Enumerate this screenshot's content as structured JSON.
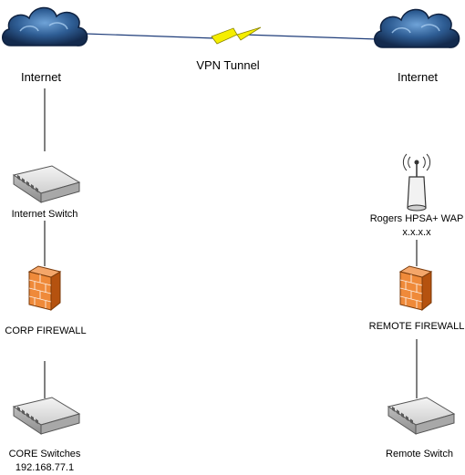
{
  "colors": {
    "background": "#ffffff",
    "line": "#000000",
    "tunnel_line": "#1f3d7a",
    "lightning": "#f5ee00",
    "cloud_dark": "#1b3a66",
    "cloud_light": "#6fa3d8",
    "firewall_brick": "#e87a2c",
    "device_body": "#d9d9d9"
  },
  "nodes": {
    "internet_left": {
      "label": "Internet",
      "icon": "cloud-icon"
    },
    "internet_right": {
      "label": "Internet",
      "icon": "cloud-icon"
    },
    "vpn": {
      "label": "VPN Tunnel",
      "icon": "lightning-bolt-icon"
    },
    "internet_switch": {
      "label": "Internet Switch",
      "icon": "switch-icon"
    },
    "corp_firewall": {
      "label": "CORP FIREWALL",
      "icon": "firewall-icon"
    },
    "core_switches": {
      "label": "CORE Switches",
      "sublabel": "192.168.77.1",
      "icon": "switch-icon"
    },
    "rogers_wap": {
      "label": "Rogers HPSA+ WAP",
      "sublabel": "x.x.x.x",
      "icon": "wireless-access-point-icon"
    },
    "remote_firewall": {
      "label": "REMOTE FIREWALL",
      "icon": "firewall-icon"
    },
    "remote_switch": {
      "label": "Remote Switch",
      "icon": "switch-icon"
    }
  }
}
